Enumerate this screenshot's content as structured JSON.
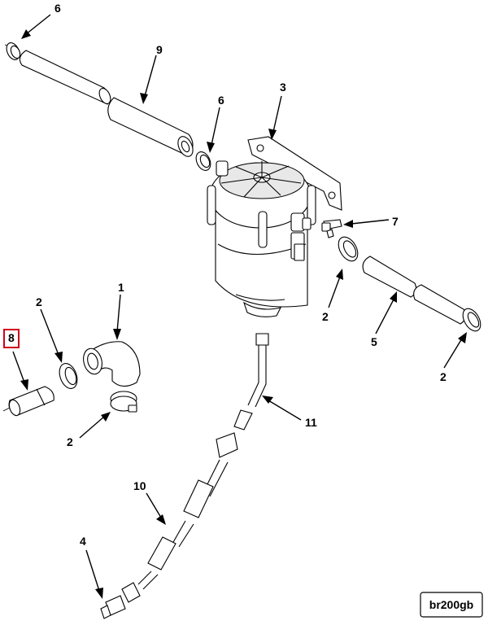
{
  "callouts": {
    "c6a": "6",
    "c9": "9",
    "c6b": "6",
    "c3": "3",
    "c7": "7",
    "c2a": "2",
    "c5": "5",
    "c2b": "2",
    "c1": "1",
    "c2c": "2",
    "c8": "8",
    "c2d": "2",
    "c11": "11",
    "c10": "10",
    "c4": "4"
  },
  "reference_code": "br200gb",
  "highlight_color": "#d0021b"
}
